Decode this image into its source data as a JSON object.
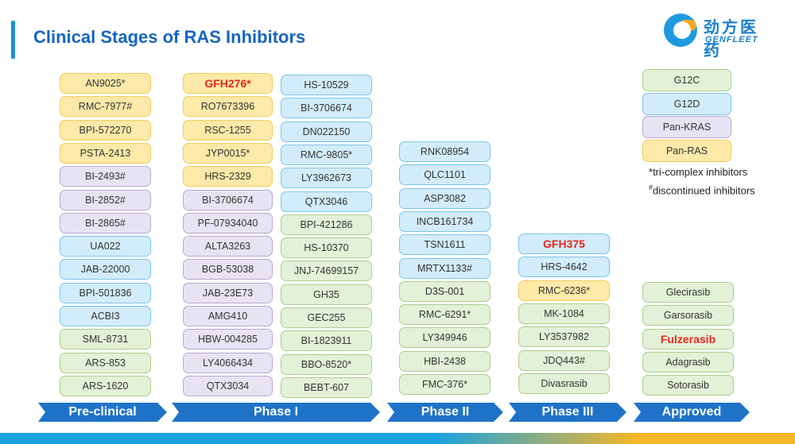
{
  "title": "Clinical Stages of RAS Inhibitors",
  "logo": {
    "cn": "劲方医药",
    "en": "GENFLEET"
  },
  "colors": {
    "G12C": "#e3f1d8",
    "G12D": "#d3ecfb",
    "Pan-KRAS": "#e8e3f3",
    "Pan-RAS": "#fde9a8",
    "highlight": "#e8281e",
    "arrow": "#1e73c9"
  },
  "legend": {
    "items": [
      {
        "label": "G12C",
        "color": "green"
      },
      {
        "label": "G12D",
        "color": "blue"
      },
      {
        "label": "Pan-KRAS",
        "color": "purple"
      },
      {
        "label": "Pan-RAS",
        "color": "yellow"
      }
    ],
    "notes": [
      {
        "mark": "*",
        "text": "tri-complex inhibitors"
      },
      {
        "mark": "#",
        "text": "discontinued inhibitors"
      }
    ]
  },
  "stages": [
    {
      "label": "Pre-clinical"
    },
    {
      "label": "Phase I"
    },
    {
      "label": "Phase II"
    },
    {
      "label": "Phase III"
    },
    {
      "label": "Approved"
    }
  ],
  "columns": [
    {
      "items": [
        {
          "label": "AN9025*",
          "color": "yellow"
        },
        {
          "label": "RMC-7977#",
          "color": "yellow"
        },
        {
          "label": "BPI-572270",
          "color": "yellow"
        },
        {
          "label": "PSTA-2413",
          "color": "yellow"
        },
        {
          "label": "BI-2493#",
          "color": "purple"
        },
        {
          "label": "BI-2852#",
          "color": "purple"
        },
        {
          "label": "BI-2865#",
          "color": "purple"
        },
        {
          "label": "UA022",
          "color": "blue"
        },
        {
          "label": "JAB-22000",
          "color": "blue"
        },
        {
          "label": "BPI-501836",
          "color": "blue"
        },
        {
          "label": "ACBI3",
          "color": "blue"
        },
        {
          "label": "SML-8731",
          "color": "green"
        },
        {
          "label": "ARS-853",
          "color": "green"
        },
        {
          "label": "ARS-1620",
          "color": "green"
        }
      ]
    },
    {
      "items": [
        {
          "label": "GFH276*",
          "color": "yellow",
          "highlight": true
        },
        {
          "label": "RO7673396",
          "color": "yellow"
        },
        {
          "label": "RSC-1255",
          "color": "yellow"
        },
        {
          "label": "JYP0015*",
          "color": "yellow"
        },
        {
          "label": "HRS-2329",
          "color": "yellow"
        },
        {
          "label": "BI-3706674",
          "color": "purple"
        },
        {
          "label": "PF-07934040",
          "color": "purple"
        },
        {
          "label": "ALTA3263",
          "color": "purple"
        },
        {
          "label": "BGB-53038",
          "color": "purple"
        },
        {
          "label": "JAB-23E73",
          "color": "purple"
        },
        {
          "label": "AMG410",
          "color": "purple"
        },
        {
          "label": "HBW-004285",
          "color": "purple"
        },
        {
          "label": "LY4066434",
          "color": "purple"
        },
        {
          "label": "QTX3034",
          "color": "purple"
        }
      ]
    },
    {
      "items": [
        {
          "label": "HS-10529",
          "color": "blue"
        },
        {
          "label": "BI-3706674",
          "color": "blue"
        },
        {
          "label": "DN022150",
          "color": "blue"
        },
        {
          "label": "RMC-9805*",
          "color": "blue"
        },
        {
          "label": "LY3962673",
          "color": "blue"
        },
        {
          "label": "QTX3046",
          "color": "blue"
        },
        {
          "label": "BPI-421286",
          "color": "green"
        },
        {
          "label": "HS-10370",
          "color": "green"
        },
        {
          "label": "JNJ-74699157",
          "color": "green"
        },
        {
          "label": "GH35",
          "color": "green"
        },
        {
          "label": "GEC255",
          "color": "green"
        },
        {
          "label": "BI-1823911",
          "color": "green"
        },
        {
          "label": "BBO-8520*",
          "color": "green"
        },
        {
          "label": "BEBT-607",
          "color": "green"
        }
      ]
    },
    {
      "items": [
        {
          "label": "RNK08954",
          "color": "blue"
        },
        {
          "label": "QLC1101",
          "color": "blue"
        },
        {
          "label": "ASP3082",
          "color": "blue"
        },
        {
          "label": "INCB161734",
          "color": "blue"
        },
        {
          "label": "TSN1611",
          "color": "blue"
        },
        {
          "label": "MRTX1133#",
          "color": "blue"
        },
        {
          "label": "D3S-001",
          "color": "green"
        },
        {
          "label": "RMC-6291*",
          "color": "green"
        },
        {
          "label": "LY349946",
          "color": "green"
        },
        {
          "label": "HBI-2438",
          "color": "green"
        },
        {
          "label": "FMC-376*",
          "color": "green"
        }
      ]
    },
    {
      "items": [
        {
          "label": "GFH375",
          "color": "blue",
          "highlight": true
        },
        {
          "label": "HRS-4642",
          "color": "blue"
        },
        {
          "label": "RMC-6236*",
          "color": "yellow"
        },
        {
          "label": "MK-1084",
          "color": "green"
        },
        {
          "label": "LY3537982",
          "color": "green"
        },
        {
          "label": "JDQ443#",
          "color": "green"
        },
        {
          "label": "Divasrasib",
          "color": "green"
        }
      ]
    },
    {
      "items": [
        {
          "label": "Glecirasib",
          "color": "green"
        },
        {
          "label": "Garsorasib",
          "color": "green"
        },
        {
          "label": "Fulzerasib",
          "color": "green",
          "highlight": true
        },
        {
          "label": "Adagrasib",
          "color": "green"
        },
        {
          "label": "Sotorasib",
          "color": "green"
        }
      ]
    }
  ]
}
